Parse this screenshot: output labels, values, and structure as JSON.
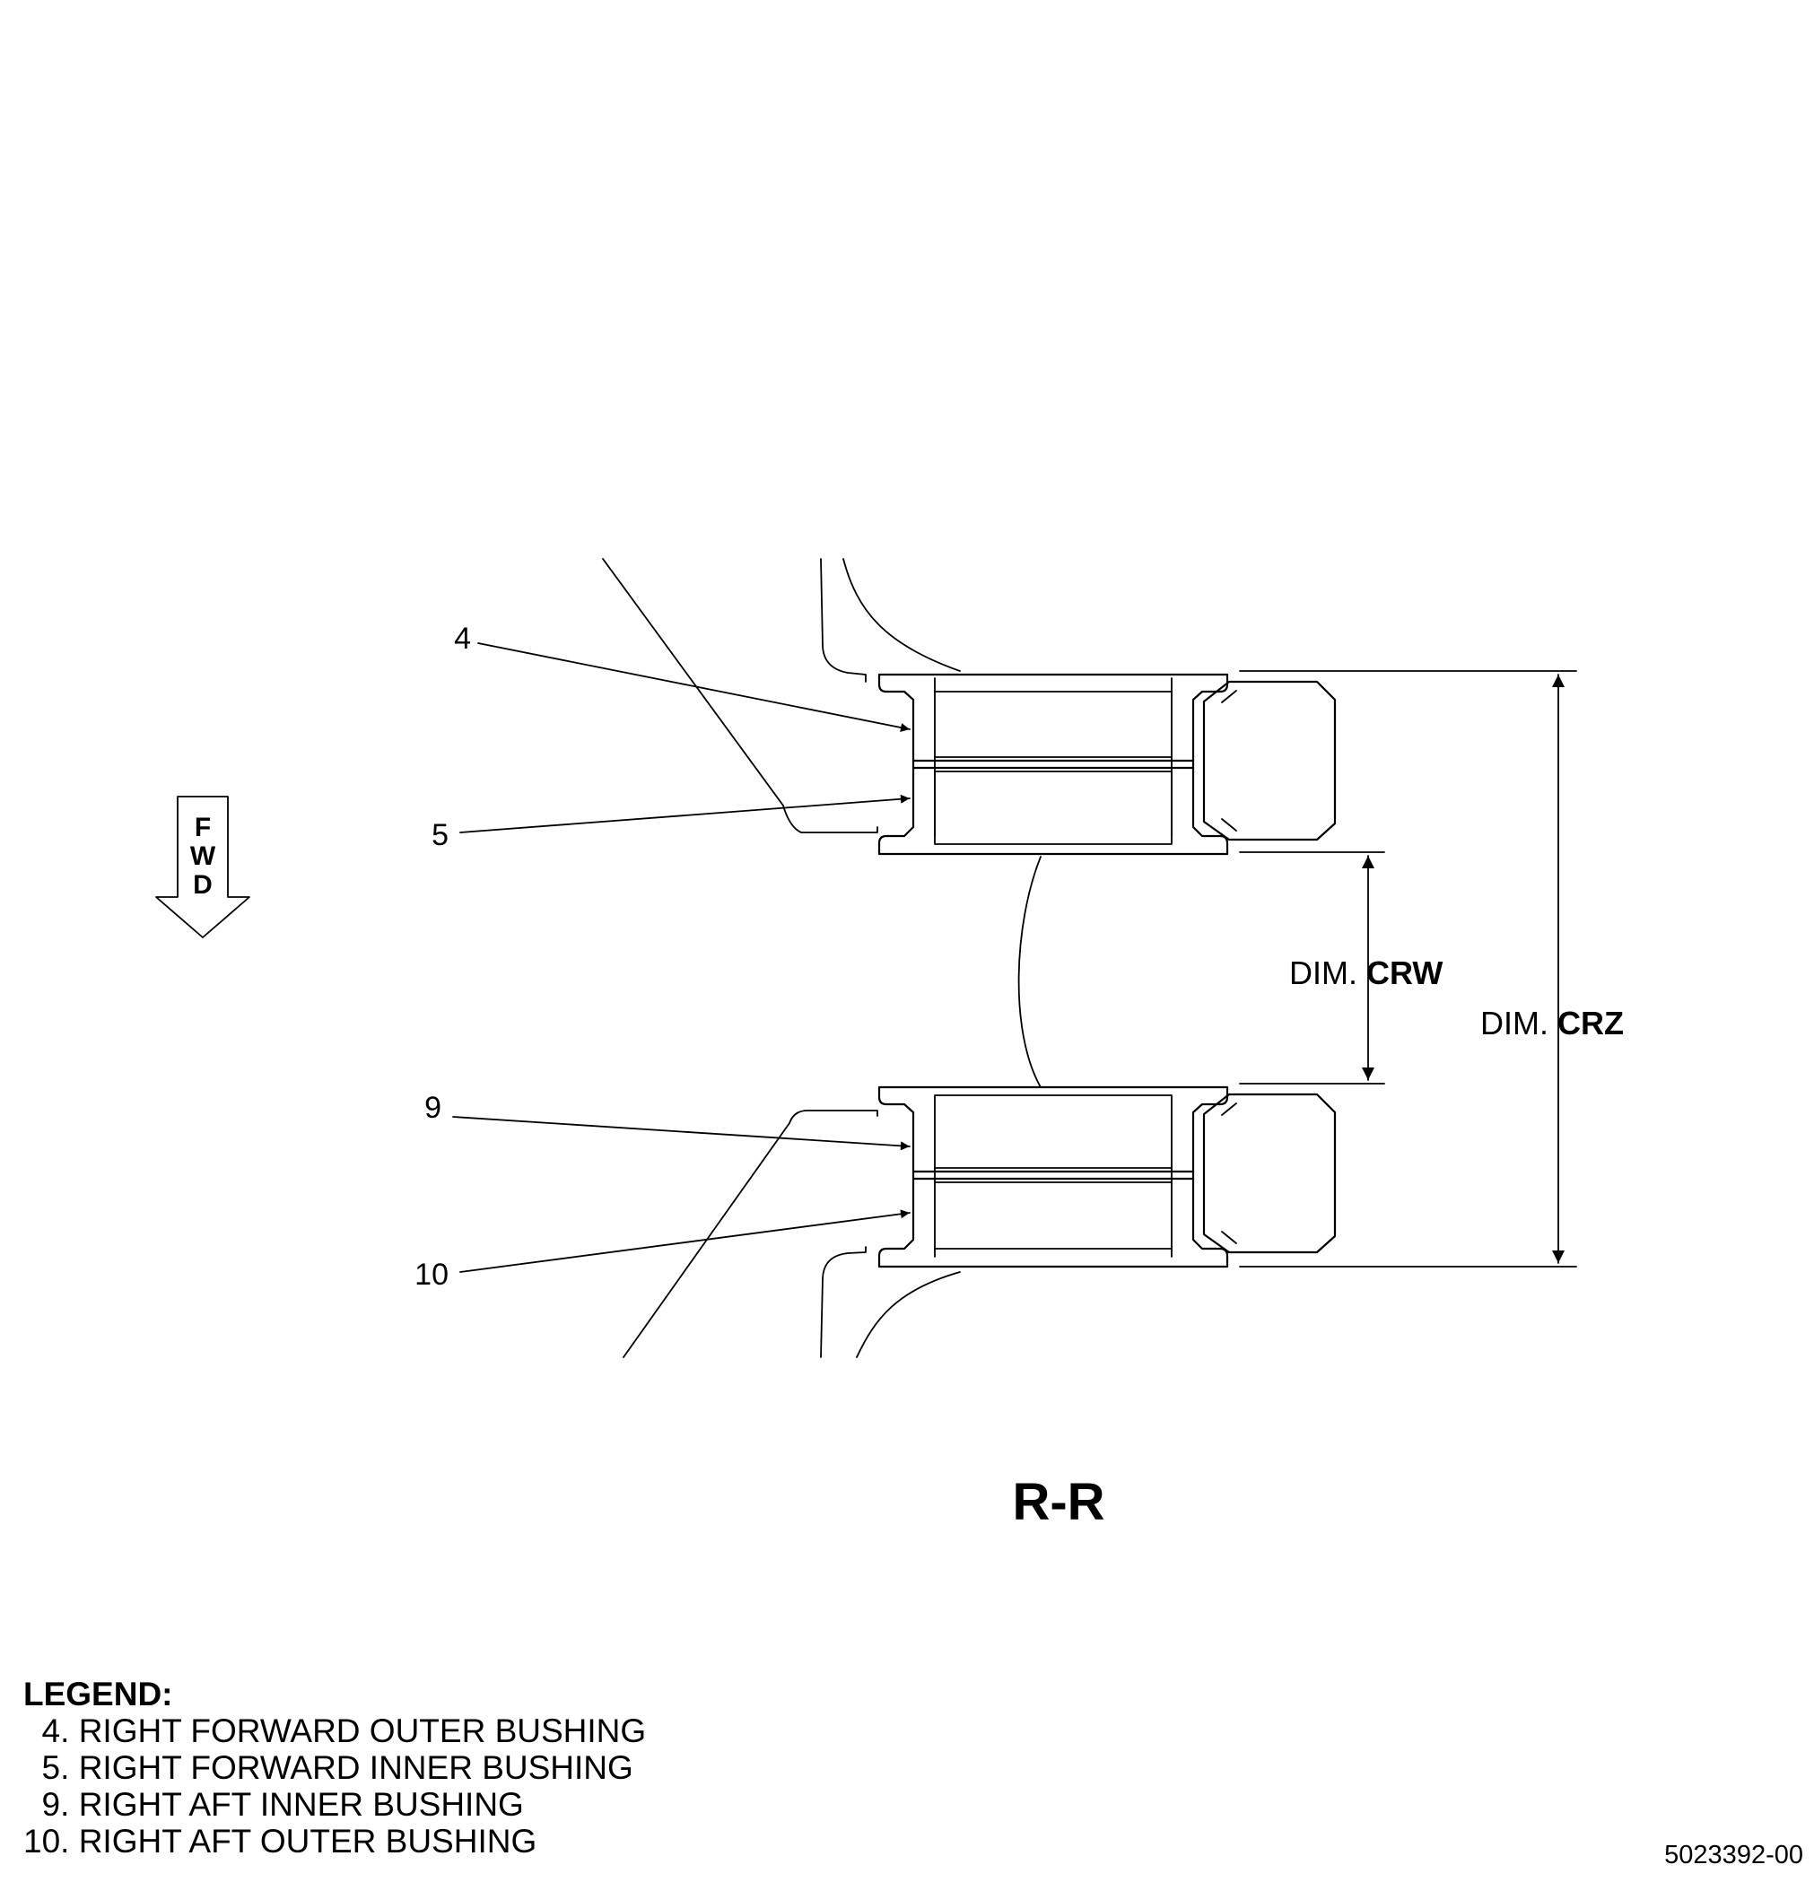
{
  "callouts": {
    "c4": "4",
    "c5": "5",
    "c9": "9",
    "c10": "10"
  },
  "direction_arrow": {
    "letters": [
      "F",
      "W",
      "D"
    ]
  },
  "dimensions": {
    "crw": {
      "prefix": "DIM. ",
      "code": "CRW"
    },
    "crz": {
      "prefix": "DIM. ",
      "code": "CRZ"
    }
  },
  "view_label": "R-R",
  "legend": {
    "title": "LEGEND:",
    "items": [
      "  4. RIGHT FORWARD OUTER BUSHING",
      "  5. RIGHT FORWARD INNER BUSHING",
      "  9. RIGHT AFT INNER BUSHING",
      "10. RIGHT AFT OUTER BUSHING"
    ]
  },
  "doc_id": "5023392-00"
}
